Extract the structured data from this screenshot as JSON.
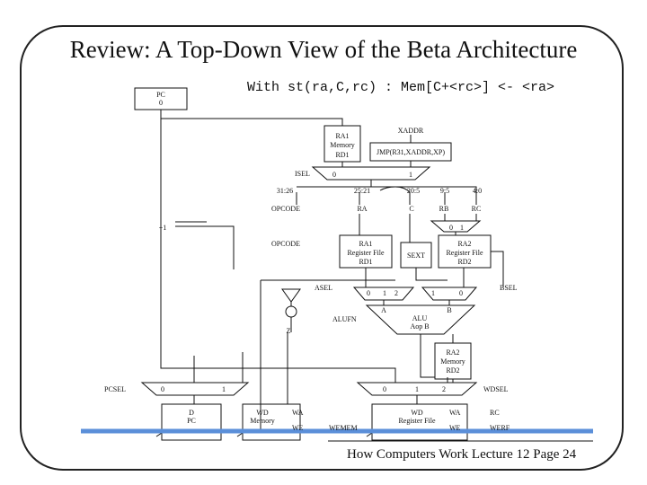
{
  "slide": {
    "title": "Review: A Top-Down View of the Beta Architecture",
    "subtitle": "With st(ra,C,rc) : Mem[C+<rc>] <- <ra>",
    "footer": "How Computers Work Lecture 12 Page 24"
  },
  "diagram": {
    "pc": "PC",
    "pc_zero": "0",
    "instr_mem": [
      "RA1",
      "Memory",
      "RD1"
    ],
    "xaddr": "XADDR",
    "jmp": "JMP(R31,XADDR,XP)",
    "isel": "ISEL",
    "isel_0": "0",
    "isel_1": "1",
    "bits_31_26": "31:26",
    "bits_25_21": "25:21",
    "bits_20_5": "20:5",
    "bits_9_5": "9:5",
    "bits_4_0": "4:0",
    "opcode_top": "OPCODE",
    "ra": "RA",
    "c": "C",
    "rb": "RB",
    "rc": "RC",
    "rb_mux_0": "0",
    "rb_mux_1": "1",
    "plus1": "+1",
    "opcode_mid": "OPCODE",
    "regfile_ra1": [
      "RA1",
      "Register File",
      "RD1"
    ],
    "sext": "SEXT",
    "regfile_ra2": [
      "RA2",
      "Register File",
      "RD2"
    ],
    "asel": "ASEL",
    "asel_0": "0",
    "asel_1": "1",
    "asel_2": "2",
    "bsel": "BSEL",
    "bsel_1": "1",
    "bsel_0": "0",
    "a": "A",
    "b": "B",
    "alufn": "ALUFN",
    "alu": [
      "ALU",
      "Aop B"
    ],
    "z": "Z",
    "data_mem": [
      "RA2",
      "Memory",
      "RD2"
    ],
    "pcsel": "PCSEL",
    "pcsel_0": "0",
    "pcsel_1": "1",
    "wdsel_0": "0",
    "wdsel_1": "1",
    "wdsel_2": "2",
    "wdsel": "WDSEL",
    "d_pc": [
      "D",
      "PC"
    ],
    "wd_memory": [
      "WD",
      "Memory"
    ],
    "wa": "WA",
    "we": "WE",
    "wemem": "WEMEM",
    "wd_regfile": [
      "WD",
      "Register File"
    ],
    "wa2": "WA",
    "rc2": "RC",
    "we2": "WE",
    "werf": "WERF"
  },
  "colors": {
    "highlight_line": "#5b8fd9",
    "ink": "#111111"
  }
}
